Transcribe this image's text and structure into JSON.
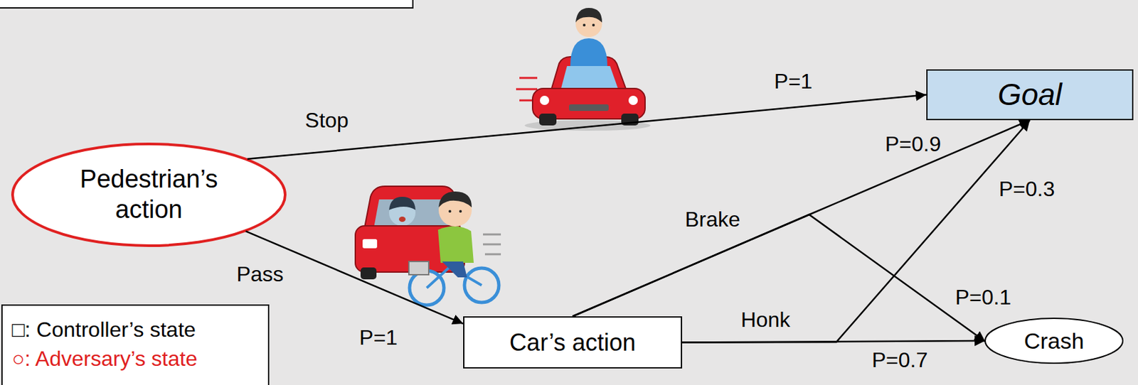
{
  "diagram": {
    "nodes": [
      {
        "text": [
          "Pedestrian’s action"
        ]
      },
      {
        "text": [
          "Goal"
        ]
      },
      {
        "text": [
          "Car’s action"
        ]
      },
      {
        "text": [
          "Crash"
        ]
      }
    ],
    "edges": [
      {
        "from": 0,
        "to": 1,
        "label": "Stop",
        "arrow": "to"
      },
      {
        "from": 0,
        "to": 2,
        "label": "Pass",
        "arrow": "to"
      },
      {
        "from": 2,
        "to": 1,
        "label": "Brake",
        "arrow": "to"
      },
      {
        "from": 2,
        "to": 3,
        "arrow": "to"
      },
      {
        "from": 2,
        "to": 1,
        "arrow": "to"
      },
      {
        "from": 2,
        "to": 3,
        "label": "Honk",
        "arrow": "to"
      }
    ],
    "labels": [
      "P=1",
      "P=0.9",
      "P=0.3",
      "P=0.1",
      "P=1",
      "P=0.7"
    ],
    "legend": [
      {
        "text": "□: Controller’s state"
      },
      {
        "text": "○: Adversary’s state"
      }
    ]
  }
}
